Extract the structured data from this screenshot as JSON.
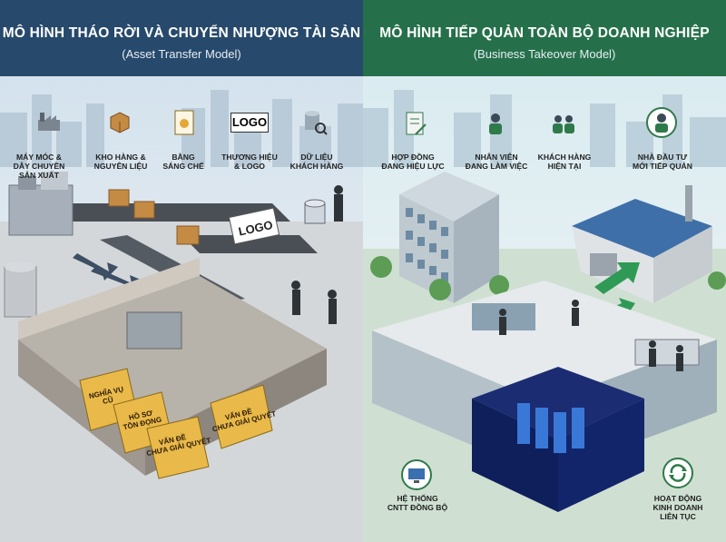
{
  "left": {
    "title": "MÔ HÌNH THÁO RỜI VÀ CHUYỂN NHƯỢNG TÀI SẢN",
    "subtitle": "(Asset Transfer Model)",
    "accent": "#27496b",
    "labels": {
      "machinery": "MÁY MÓC &\nDÂY CHUYỀN\nSẢN XUẤT",
      "inventory": "KHO HÀNG &\nNGUYÊN LIỆU",
      "patent": "BẰNG\nSÁNG CHẾ",
      "brand": "THƯƠNG HIỆU\n& LOGO",
      "customer_data": "DỮ LIỆU\nKHÁCH HÀNG"
    },
    "logo_icon_text": "LOGO",
    "logo_box_text": "LOGO",
    "folders": {
      "f1": "NGHĨA VỤ\nCŨ",
      "f2": "HỒ SƠ\nTỒN ĐỌNG",
      "f3": "VẤN ĐỀ\nCHƯA GIẢI QUYẾT",
      "f4": "VẤN ĐỀ\nCHƯA GIẢI QUYẾT"
    }
  },
  "right": {
    "title": "MÔ HÌNH TIẾP QUẢN TOÀN BỘ DOANH NGHIỆP",
    "subtitle": "(Business Takeover Model)",
    "accent": "#25704a",
    "labels": {
      "contracts": "HỢP ĐỒNG\nĐANG HIỆU LỰC",
      "employees": "NHÂN VIÊN\nĐANG LÀM VIỆC",
      "customers": "KHÁCH HÀNG\nHIỆN TẠI",
      "investor": "NHÀ ĐẦU TƯ\nMỚI TIẾP QUẢN",
      "it_system": "HỆ THỐNG\nCNTT ĐỒNG BỘ",
      "operations": "HOẠT ĐỘNG\nKINH DOANH\nLIÊN TỤC"
    }
  }
}
